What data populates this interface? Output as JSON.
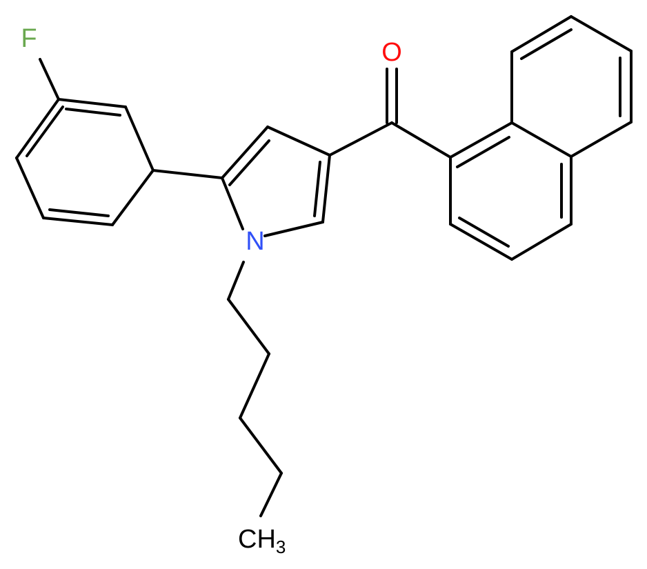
{
  "molecule": {
    "atom_labels": {
      "fluorine": "F",
      "oxygen": "O",
      "nitrogen": "N",
      "methyl_main": "CH",
      "methyl_subscript": "3"
    },
    "colors": {
      "bond": "#000000",
      "fluorine": "#6aa84f",
      "oxygen": "#ff0d0d",
      "nitrogen": "#3050f8",
      "carbon_label": "#000000",
      "background": "#ffffff"
    }
  }
}
